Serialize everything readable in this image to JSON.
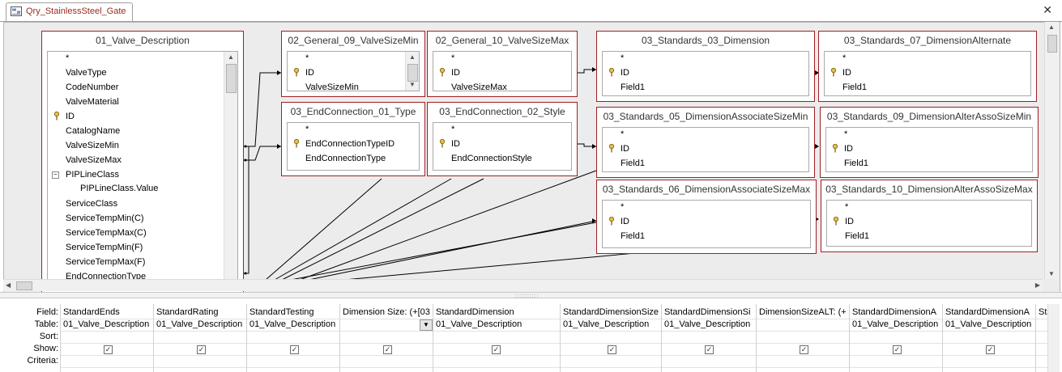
{
  "document_tab": {
    "label": "Qry_StainlessSteel_Gate"
  },
  "design_view": {
    "tables": [
      {
        "title": "01_Valve_Description",
        "fields": [
          "*",
          "ValveType",
          "CodeNumber",
          "ValveMaterial",
          "ID",
          "CatalogName",
          "ValveSizeMin",
          "ValveSizeMax",
          "PIPLineClass",
          "PIPLineClass.Value",
          "ServiceClass",
          "ServiceTempMin(C)",
          "ServiceTempMax(C)",
          "ServiceTempMin(F)",
          "ServiceTempMax(F)",
          "EndConnectionType"
        ]
      },
      {
        "title": "02_General_09_ValveSizeMin",
        "fields": [
          "*",
          "ID",
          "ValveSizeMin"
        ]
      },
      {
        "title": "02_General_10_ValveSizeMax",
        "fields": [
          "*",
          "ID",
          "ValveSizeMax"
        ]
      },
      {
        "title": "03_EndConnection_01_Type",
        "fields": [
          "*",
          "EndConnectionTypeID",
          "EndConnectionType"
        ]
      },
      {
        "title": "03_EndConnection_02_Style",
        "fields": [
          "*",
          "ID",
          "EndConnectionStyle"
        ]
      },
      {
        "title": "03_Standards_03_Dimension",
        "fields": [
          "*",
          "ID",
          "Field1"
        ]
      },
      {
        "title": "03_Standards_07_DimensionAlternate",
        "fields": [
          "*",
          "ID",
          "Field1"
        ]
      },
      {
        "title": "03_Standards_05_DimensionAssociateSizeMin",
        "fields": [
          "*",
          "ID",
          "Field1"
        ]
      },
      {
        "title": "03_Standards_09_DimensionAlterAssoSizeMin",
        "fields": [
          "*",
          "ID",
          "Field1"
        ]
      },
      {
        "title": "03_Standards_06_DimensionAssociateSizeMax",
        "fields": [
          "*",
          "ID",
          "Field1"
        ]
      },
      {
        "title": "03_Standards_10_DimensionAlterAssoSizeMax",
        "fields": [
          "*",
          "ID",
          "Field1"
        ]
      }
    ]
  },
  "query_grid": {
    "row_labels": [
      "Field:",
      "Table:",
      "Sort:",
      "Show:",
      "Criteria:"
    ],
    "columns": [
      {
        "field": "StandardEnds",
        "table": "01_Valve_Description",
        "show": true
      },
      {
        "field": "StandardRating",
        "table": "01_Valve_Description",
        "show": true
      },
      {
        "field": "StandardTesting",
        "table": "01_Valve_Description",
        "show": true
      },
      {
        "field": "Dimension Size: (+[03",
        "table": "",
        "show": true
      },
      {
        "field": "StandardDimension",
        "table": "01_Valve_Description",
        "show": true
      },
      {
        "field": "StandardDimensionSize",
        "table": "01_Valve_Description",
        "show": true
      },
      {
        "field": "StandardDimensionSi",
        "table": "01_Valve_Description",
        "show": true
      },
      {
        "field": "DimensionSizeALT: (+",
        "table": "",
        "show": true
      },
      {
        "field": "StandardDimensionA",
        "table": "01_Valve_Description",
        "show": true
      },
      {
        "field": "StandardDimensionA",
        "table": "01_Valve_Description",
        "show": true
      },
      {
        "field": "Sta",
        "table": "",
        "show": false
      }
    ]
  }
}
